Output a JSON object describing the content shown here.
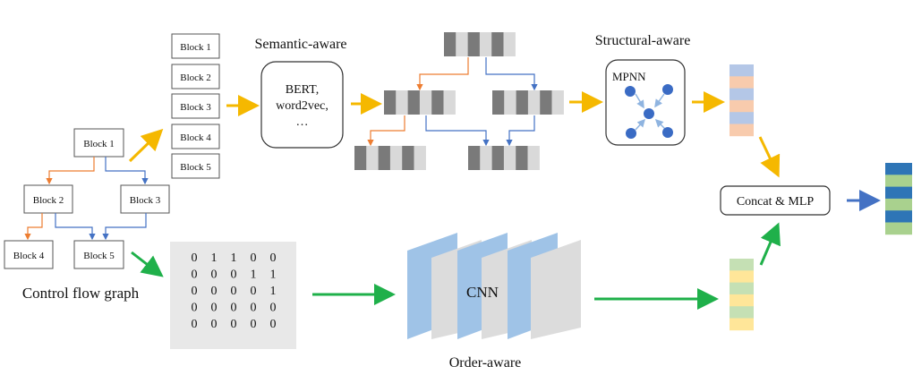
{
  "labels": {
    "semantic": "Semantic-aware",
    "structural": "Structural-aware",
    "order": "Order-aware",
    "cfg": "Control flow graph",
    "cnn": "CNN",
    "concat": "Concat & MLP",
    "mpnn": "MPNN",
    "embed_line1": "BERT,",
    "embed_line2": "word2vec,",
    "embed_line3": "…"
  },
  "cfg_blocks": [
    "Block 1",
    "Block 2",
    "Block 3",
    "Block 4",
    "Block 5"
  ],
  "block_list": [
    "Block 1",
    "Block 2",
    "Block 3",
    "Block 4",
    "Block 5"
  ],
  "adjacency_matrix": [
    [
      "0",
      "1",
      "1",
      "0",
      "0"
    ],
    [
      "0",
      "0",
      "0",
      "1",
      "1"
    ],
    [
      "0",
      "0",
      "0",
      "0",
      "1"
    ],
    [
      "0",
      "0",
      "0",
      "0",
      "0"
    ],
    [
      "0",
      "0",
      "0",
      "0",
      "0"
    ]
  ],
  "colors": {
    "yellow_arrow": "#f5b800",
    "green_arrow": "#1fb04a",
    "orange_edge": "#ed7d31",
    "blue_edge": "#4472c4",
    "dark_cell": "#7a7a7a",
    "light_cell": "#d9d9d9",
    "node": "#3a6bc4",
    "plane_blue": "#9fc3e7",
    "plane_gray": "#dcdcdc",
    "sem_vec_a": "#b4c7e7",
    "sem_vec_b": "#f8cbad",
    "ord_vec_a": "#c5e0b4",
    "ord_vec_b": "#ffe699",
    "out_vec_a": "#2e75b6",
    "out_vec_b": "#a9d18e"
  }
}
